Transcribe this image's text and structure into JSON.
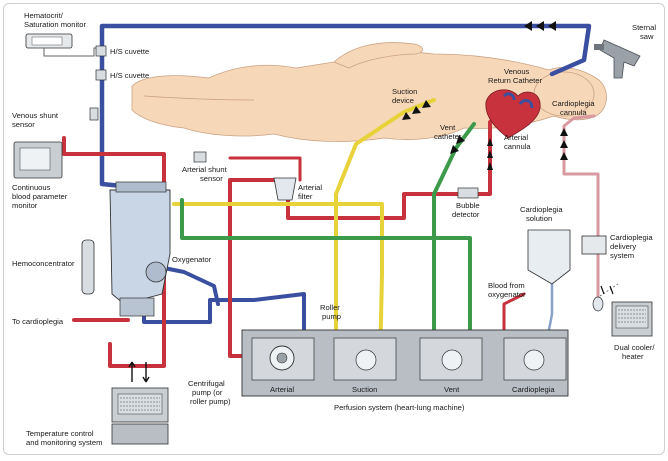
{
  "labels": {
    "hematocrit_monitor": [
      "Hematocrit/",
      "Saturation monitor"
    ],
    "hs_cuvette_1": "H/S cuvette",
    "hs_cuvette_2": "H/S cuvette",
    "venous_shunt_sensor": [
      "Venous shunt",
      "sensor"
    ],
    "blood_parameter_monitor": [
      "Continuous",
      "blood parameter",
      "monitor"
    ],
    "arterial_shunt_sensor": [
      "Arterial shunt",
      "sensor"
    ],
    "arterial_filter": [
      "Arterial",
      "filter"
    ],
    "hemoconcentrator": "Hemoconcentrator",
    "oxygenator": "Oxygenator",
    "to_cardioplegia": "To cardioplegia",
    "suction_device": [
      "Suction",
      "device"
    ],
    "venous_return_catheter": [
      "Venous",
      "Return Catheter"
    ],
    "vent_catheter": [
      "Vent",
      "catheter"
    ],
    "arterial_cannula": [
      "Arterial",
      "cannula"
    ],
    "cardioplegia_cannula": [
      "Cardioplegia",
      "cannula"
    ],
    "sternal_saw": [
      "Sternal",
      "saw"
    ],
    "bubble_detector": [
      "Bubble",
      "detector"
    ],
    "cardioplegia_solution": [
      "Cardioplegia",
      "solution"
    ],
    "cardioplegia_delivery": [
      "Cardioplegia",
      "delivery",
      "system"
    ],
    "blood_from_oxygenator": [
      "Blood from",
      "oxygenator"
    ],
    "roller_pump": [
      "Roller",
      "pump"
    ],
    "centrifugal_pump": [
      "Centrifugal",
      "pump (or",
      "roller pump)"
    ],
    "dual_cooler": [
      "Dual cooler/",
      "heater"
    ],
    "temperature_control": [
      "Temperature control",
      "and monitoring system"
    ],
    "pump_arterial": "Arterial",
    "pump_suction": "Suction",
    "pump_vent": "Vent",
    "pump_cardioplegia": "Cardioplegia",
    "perfusion_system": "Perfusion system (heart-lung machine)"
  },
  "colors": {
    "venous": "#3b4fa0",
    "arterial": "#c8323c",
    "suction": "#e8d23a",
    "vent": "#3d9a4a",
    "cardioplegia_line": "#d89aa0",
    "body": "#f6d7b8",
    "console": "#b9bec4",
    "reservoir": "#c9d6e6"
  },
  "icons": [
    "sternal-saw-icon",
    "heart-icon",
    "monitor-icon",
    "heater-icon",
    "iv-bag-icon"
  ]
}
